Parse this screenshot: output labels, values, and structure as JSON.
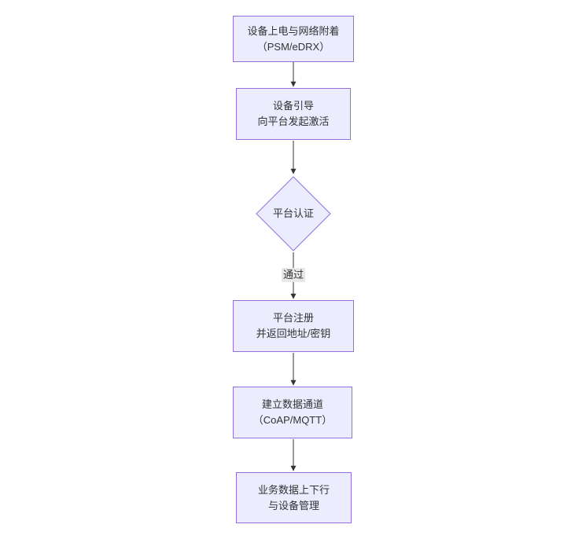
{
  "flowchart": {
    "type": "flowchart",
    "direction": "top-down",
    "nodes": {
      "power_attach": {
        "shape": "rect",
        "lines": [
          "设备上电与网络附着",
          "（PSM/eDRX）"
        ]
      },
      "bootstrap": {
        "shape": "rect",
        "lines": [
          "设备引导",
          "向平台发起激活"
        ]
      },
      "auth": {
        "shape": "diamond",
        "label": "平台认证"
      },
      "register": {
        "shape": "rect",
        "lines": [
          "平台注册",
          "并返回地址/密钥"
        ]
      },
      "channel": {
        "shape": "rect",
        "lines": [
          "建立数据通道",
          "（CoAP/MQTT）"
        ]
      },
      "business": {
        "shape": "rect",
        "lines": [
          "业务数据上下行",
          "与设备管理"
        ]
      }
    },
    "edges": [
      {
        "from": "power_attach",
        "to": "bootstrap",
        "label": ""
      },
      {
        "from": "bootstrap",
        "to": "auth",
        "label": ""
      },
      {
        "from": "auth",
        "to": "register",
        "label": "通过"
      },
      {
        "from": "register",
        "to": "channel",
        "label": ""
      },
      {
        "from": "channel",
        "to": "business",
        "label": ""
      }
    ],
    "colors": {
      "node_fill": "#ECECFF",
      "node_border": "#9370DB",
      "edge_stroke": "#333333",
      "edge_label_bg": "#e8e8e8",
      "text": "#333333"
    }
  }
}
